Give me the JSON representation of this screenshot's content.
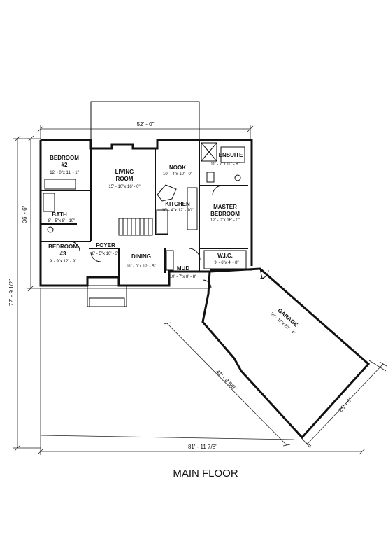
{
  "title": "MAIN FLOOR",
  "dimensions": {
    "top": "52' - 0\"",
    "left_inner": "36' - 6\"",
    "left_outer": "72' - 9 1/2\"",
    "bottom": "81' - 11 7/8\"",
    "garage_diag": "41' - 8 5/8\"",
    "garage_side": "25' - 6\""
  },
  "rooms": {
    "bedroom2": {
      "name1": "BEDROOM",
      "name2": "#2",
      "size": "12' - 0\"x 11' - 1\""
    },
    "living": {
      "name1": "LIVING",
      "name2": "ROOM",
      "size": "15' - 10\"x 16' - 0\""
    },
    "nook": {
      "name": "NOOK",
      "size": "10' - 4\"x 10' - 0\""
    },
    "ensuite": {
      "name": "ENSUITE",
      "size": "11' - 7\"x 10' - 8\""
    },
    "kitchen": {
      "name": "KITCHEN",
      "size": "10' - 4\"x 12' - 10\""
    },
    "master": {
      "name1": "MASTER",
      "name2": "BEDROOM",
      "size": "12' - 0\"x 16' - 0\""
    },
    "bath": {
      "name": "BATH",
      "size": "8' - 5\"x 8' - 10\""
    },
    "bedroom3": {
      "name1": "BEDROOM",
      "name2": "#3",
      "size": "9' - 9\"x 12' - 9\""
    },
    "foyer": {
      "name": "FOYER",
      "size": "8' - 5\"x 10' - 3\""
    },
    "dining": {
      "name": "DINING",
      "size": "11' - 0\"x 12' - 5\""
    },
    "wic": {
      "name": "W.I.C.",
      "size": "9' - 6\"x 4' - 8\""
    },
    "mud": {
      "name": "MUD",
      "size": "10' - 7\"x 8' - 8\""
    },
    "garage": {
      "name": "GARAGE",
      "size": "36' - 11\"x 20' - 4\""
    }
  }
}
